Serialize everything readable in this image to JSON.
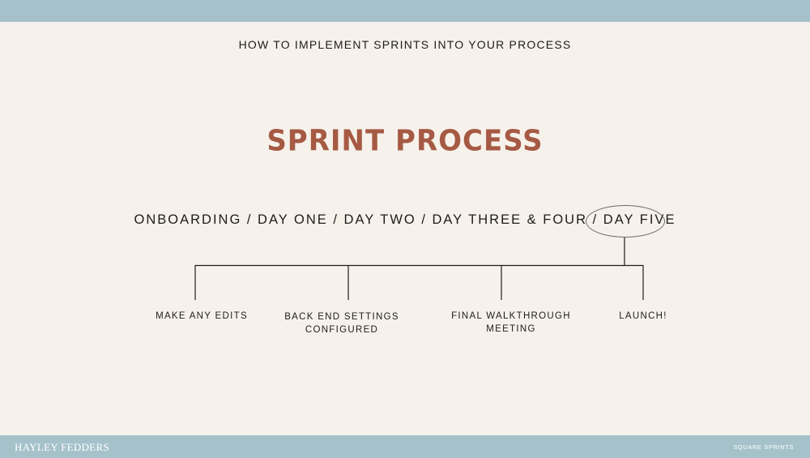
{
  "header": {
    "subtitle": "HOW TO IMPLEMENT SPRINTS INTO YOUR PROCESS"
  },
  "main": {
    "title": "SPRINT PROCESS",
    "steps_prefix": "ONBOARDING / DAY ONE / DAY TWO / DAY THREE & FOUR /",
    "highlighted_step": "DAY FIVE",
    "tasks": [
      {
        "line1": "MAKE ANY EDITS",
        "line2": ""
      },
      {
        "line1": "BACK END SETTINGS",
        "line2": "CONFIGURED"
      },
      {
        "line1": "FINAL WALKTHROUGH",
        "line2": "MEETING"
      },
      {
        "line1": "LAUNCH!",
        "line2": ""
      }
    ]
  },
  "footer": {
    "brand": "HAYLEY FEDDERS",
    "right_text": "SQUARE SPRINTS"
  },
  "colors": {
    "band": "#a5c1ca",
    "background": "#f6f2eb",
    "accent": "#a65a44",
    "text": "#1f1b18"
  }
}
